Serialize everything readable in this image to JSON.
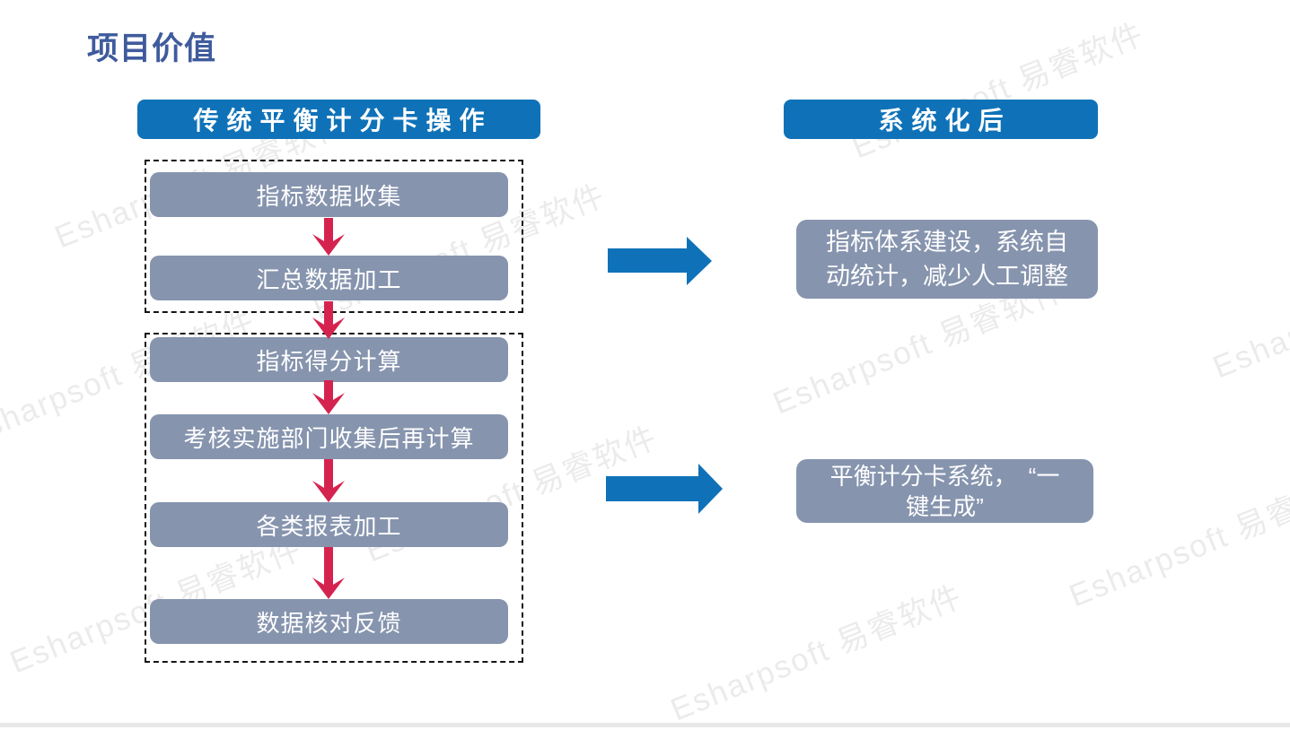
{
  "page": {
    "title": "项目价值",
    "watermark_text": "Esharpsoft 易睿软件"
  },
  "left_panel": {
    "header": "传统平衡计分卡操作",
    "steps": [
      "指标数据收集",
      "汇总数据加工",
      "指标得分计算",
      "考核实施部门收集后再计算",
      "各类报表加工",
      "数据核对反馈"
    ]
  },
  "right_panel": {
    "header": "系统化后",
    "benefit1": "指标体系建设，系统自\n动统计，减少人工调整",
    "benefit2": "平衡计分卡系统，　“一\n键生成”"
  },
  "colors": {
    "accent_blue": "#0F72B8",
    "arrow_red": "#D5234F",
    "box_gray": "#8694AE",
    "title_blue": "#3F5B9D",
    "watermark_gray": "#E8E9EC"
  }
}
